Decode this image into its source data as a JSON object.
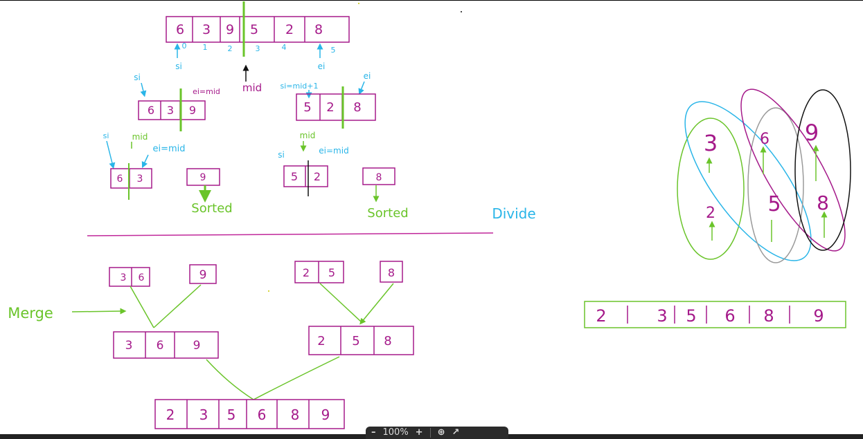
{
  "colors": {
    "box": "#a51a8a",
    "blue": "#29b5e8",
    "green": "#6ac42a",
    "divider": "#c0279a",
    "gray": "#9a9a9a",
    "black": "#111111"
  },
  "divide": {
    "root": [
      "6",
      "3",
      "9",
      "5",
      "2",
      "8"
    ],
    "indices": [
      "0",
      "1",
      "2",
      "3",
      "4",
      "5"
    ],
    "si": "si",
    "ei": "ei",
    "mid": "mid",
    "left": [
      "6",
      "3",
      "9"
    ],
    "left_ei": "ei=mid",
    "right": [
      "5",
      "2",
      "8"
    ],
    "right_si": "si=mid+1",
    "right_ei": "ei",
    "ll": [
      "6",
      "3"
    ],
    "ll_si": "si",
    "ll_mid": "mid",
    "ll_ei": "ei=mid",
    "lr": [
      "9"
    ],
    "lr_note": "Sorted",
    "rl": [
      "5",
      "2"
    ],
    "rl_si": "si",
    "rl_mid": "mid",
    "rl_ei": "ei=mid",
    "rr": [
      "8"
    ],
    "rr_note": "Sorted",
    "label": "Divide"
  },
  "merge": {
    "label": "Merge",
    "a": [
      "3",
      "6"
    ],
    "b": [
      "9"
    ],
    "c": [
      "2",
      "5"
    ],
    "d": [
      "8"
    ],
    "left": [
      "3",
      "6",
      "9"
    ],
    "right": [
      "2",
      "5",
      "8"
    ],
    "final": [
      "2",
      "3",
      "5",
      "6",
      "8",
      "9"
    ]
  },
  "pairs": {
    "col1": [
      "3",
      "2"
    ],
    "col2": [
      "6",
      "5"
    ],
    "col3": [
      "9",
      "8"
    ]
  },
  "result": [
    "2",
    "3",
    "5",
    "6",
    "8",
    "9"
  ],
  "toolbar": {
    "zoom_out": "–",
    "zoom_level": "100%",
    "zoom_in": "+",
    "fit_icon": "⊕",
    "expand_icon": "↗"
  }
}
